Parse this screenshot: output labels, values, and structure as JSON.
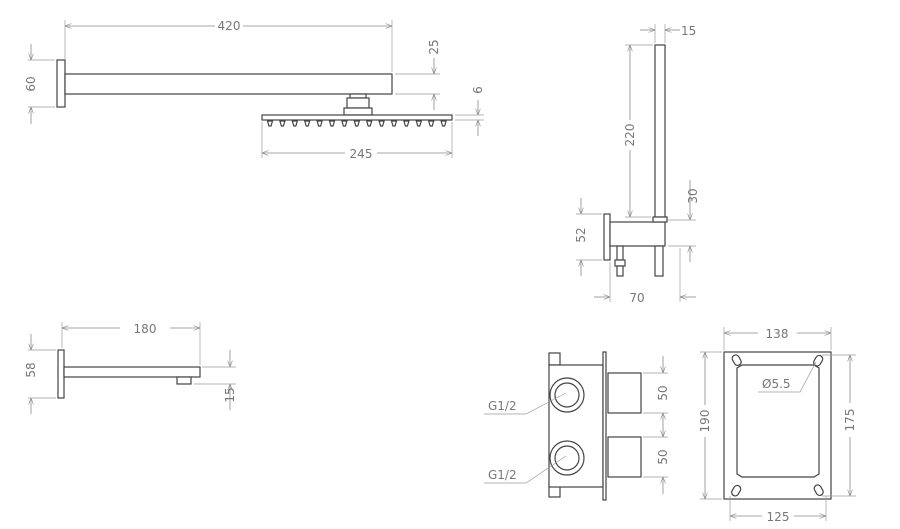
{
  "overhead_shower": {
    "arm_length": "420",
    "flange_height": "60",
    "arm_height": "25",
    "head_thickness": "6",
    "head_width": "245"
  },
  "hand_shower": {
    "handle_width": "15",
    "handle_length": "220",
    "holder_height": "30",
    "bracket_height": "52",
    "projection": "70"
  },
  "spout": {
    "length": "180",
    "flange_height": "58",
    "outlet_height": "15"
  },
  "valve": {
    "port_top": "G1/2",
    "port_bottom": "G1/2",
    "handle_top": "50",
    "handle_bottom": "50"
  },
  "mounting_box": {
    "width": "138",
    "height": "190",
    "hole_spacing_v": "175",
    "hole_spacing_h": "125",
    "hole_diameter": "Ø5.5"
  },
  "colors": {
    "line": "#444444",
    "dimension": "#8a8a8a"
  }
}
